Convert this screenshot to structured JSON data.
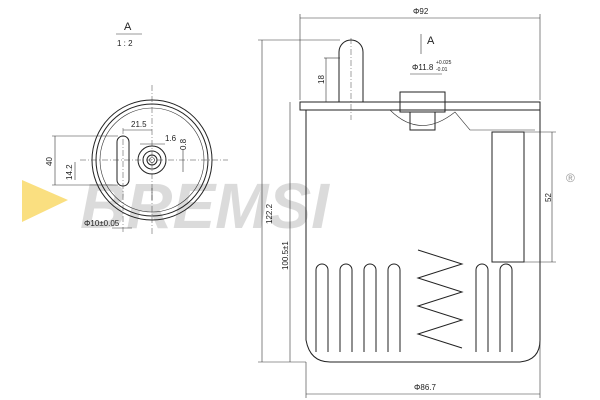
{
  "watermark": {
    "brand": "BREMSI",
    "registered": "®",
    "accent_color": "#f5c518"
  },
  "view_a": {
    "label": "A",
    "scale": "1 : 2"
  },
  "top_view_dims": {
    "d1": "21.5",
    "d2": "1.6",
    "d3": "0.8",
    "d4": "40",
    "d5": "14.2",
    "d6": "Φ10±0.05"
  },
  "side_view_dims": {
    "outer_dia": "Φ92",
    "view_arrow": "A",
    "bore": "Φ11.8",
    "bore_tol_upper": "+0.025",
    "bore_tol_lower": "-0.01",
    "pipe_height": "18",
    "total_height": "122.2",
    "body_height": "100.5±1",
    "element_height": "52",
    "bottom_dia": "Φ86.7"
  }
}
